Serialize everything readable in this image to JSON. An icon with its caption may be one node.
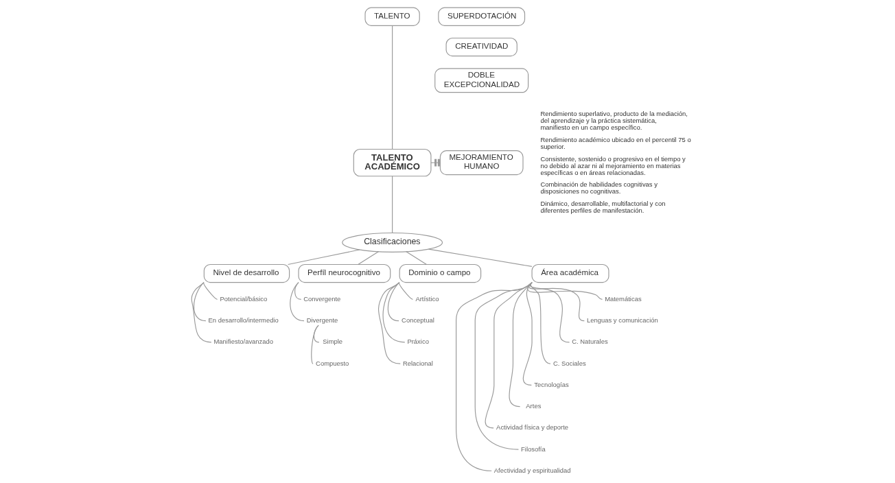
{
  "diagram": {
    "nodes": [
      {
        "text": [
          "TALENTO"
        ]
      },
      {
        "text": [
          "SUPERDOTACIÓN"
        ]
      },
      {
        "text": [
          "CREATIVIDAD"
        ]
      },
      {
        "text": [
          "DOBLE EXCEPCIONALIDAD"
        ]
      },
      {
        "text": [
          "TALENTO ACADÉMICO"
        ]
      },
      {
        "text": [
          "MEJORAMIENTO HUMANO"
        ]
      },
      {
        "text": [
          "Clasificaciones"
        ]
      },
      {
        "text": [
          "Nivel de desarrollo"
        ]
      },
      {
        "text": [
          "Perfíl neurocognitivo"
        ]
      },
      {
        "text": [
          "Dominio o campo"
        ]
      },
      {
        "text": [
          "Área académica"
        ]
      },
      {
        "text": [
          "Potencial/básico"
        ]
      },
      {
        "text": [
          "En desarrollo/intermedio"
        ]
      },
      {
        "text": [
          "Manifiesto/avanzado"
        ]
      },
      {
        "text": [
          "Convergente"
        ]
      },
      {
        "text": [
          "Divergente"
        ]
      },
      {
        "text": [
          "Simple"
        ]
      },
      {
        "text": [
          "Compuesto"
        ]
      },
      {
        "text": [
          "Artístico"
        ]
      },
      {
        "text": [
          "Conceptual"
        ]
      },
      {
        "text": [
          "Práxico"
        ]
      },
      {
        "text": [
          "Relacional"
        ]
      },
      {
        "text": [
          "Matemáticas"
        ]
      },
      {
        "text": [
          "Lenguas y comunicación"
        ]
      },
      {
        "text": [
          "C. Naturales"
        ]
      },
      {
        "text": [
          "C. Sociales"
        ]
      },
      {
        "text": [
          "Tecnologías"
        ]
      },
      {
        "text": [
          "Artes"
        ]
      },
      {
        "text": [
          "Actividad física y deporte"
        ]
      },
      {
        "text": [
          "Filosofía"
        ]
      },
      {
        "text": [
          "Afectividad y espiritualidad"
        ]
      }
    ],
    "edges": [
      {
        "from": 0,
        "to": 4,
        "arrow": "none"
      },
      {
        "from": 4,
        "to": 5,
        "arrow": "other"
      },
      {
        "from": 4,
        "to": 6,
        "arrow": "none"
      },
      {
        "from": 6,
        "to": 7,
        "arrow": "none"
      },
      {
        "from": 6,
        "to": 8,
        "arrow": "none"
      },
      {
        "from": 6,
        "to": 9,
        "arrow": "none"
      },
      {
        "from": 6,
        "to": 10,
        "arrow": "none"
      },
      {
        "from": 7,
        "to": 11,
        "arrow": "none"
      },
      {
        "from": 7,
        "to": 12,
        "arrow": "none"
      },
      {
        "from": 7,
        "to": 13,
        "arrow": "none"
      },
      {
        "from": 8,
        "to": 14,
        "arrow": "none"
      },
      {
        "from": 8,
        "to": 15,
        "arrow": "none"
      },
      {
        "from": 15,
        "to": 16,
        "arrow": "none"
      },
      {
        "from": 15,
        "to": 17,
        "arrow": "none"
      },
      {
        "from": 9,
        "to": 18,
        "arrow": "none"
      },
      {
        "from": 9,
        "to": 19,
        "arrow": "none"
      },
      {
        "from": 9,
        "to": 20,
        "arrow": "none"
      },
      {
        "from": 9,
        "to": 21,
        "arrow": "none"
      },
      {
        "from": 10,
        "to": 22,
        "arrow": "none"
      },
      {
        "from": 10,
        "to": 23,
        "arrow": "none"
      },
      {
        "from": 10,
        "to": 24,
        "arrow": "none"
      },
      {
        "from": 10,
        "to": 25,
        "arrow": "none"
      },
      {
        "from": 10,
        "to": 26,
        "arrow": "none"
      },
      {
        "from": 10,
        "to": 27,
        "arrow": "none"
      },
      {
        "from": 10,
        "to": 28,
        "arrow": "none"
      },
      {
        "from": 10,
        "to": 29,
        "arrow": "none"
      },
      {
        "from": 10,
        "to": 30,
        "arrow": "none"
      }
    ],
    "labels": [
      "Rendimiento superlativo, producto de la mediación, del aprendizaje y la práctica sistemática, manifiesto en un campo específico.",
      "Rendimiento académico ubicado en el percentil 75 o superior.",
      "Consistente, sostenido o progresivo en el tiempo y no debido al azar ni al mejoramiento en materias específicas o en áreas relacionadas.",
      "Combinación de habilidades cognitivas y disposiciones no cognitivas.",
      "Dinámico, desarrollable, multifactorial y con diferentes perfiles de manifestación."
    ]
  }
}
